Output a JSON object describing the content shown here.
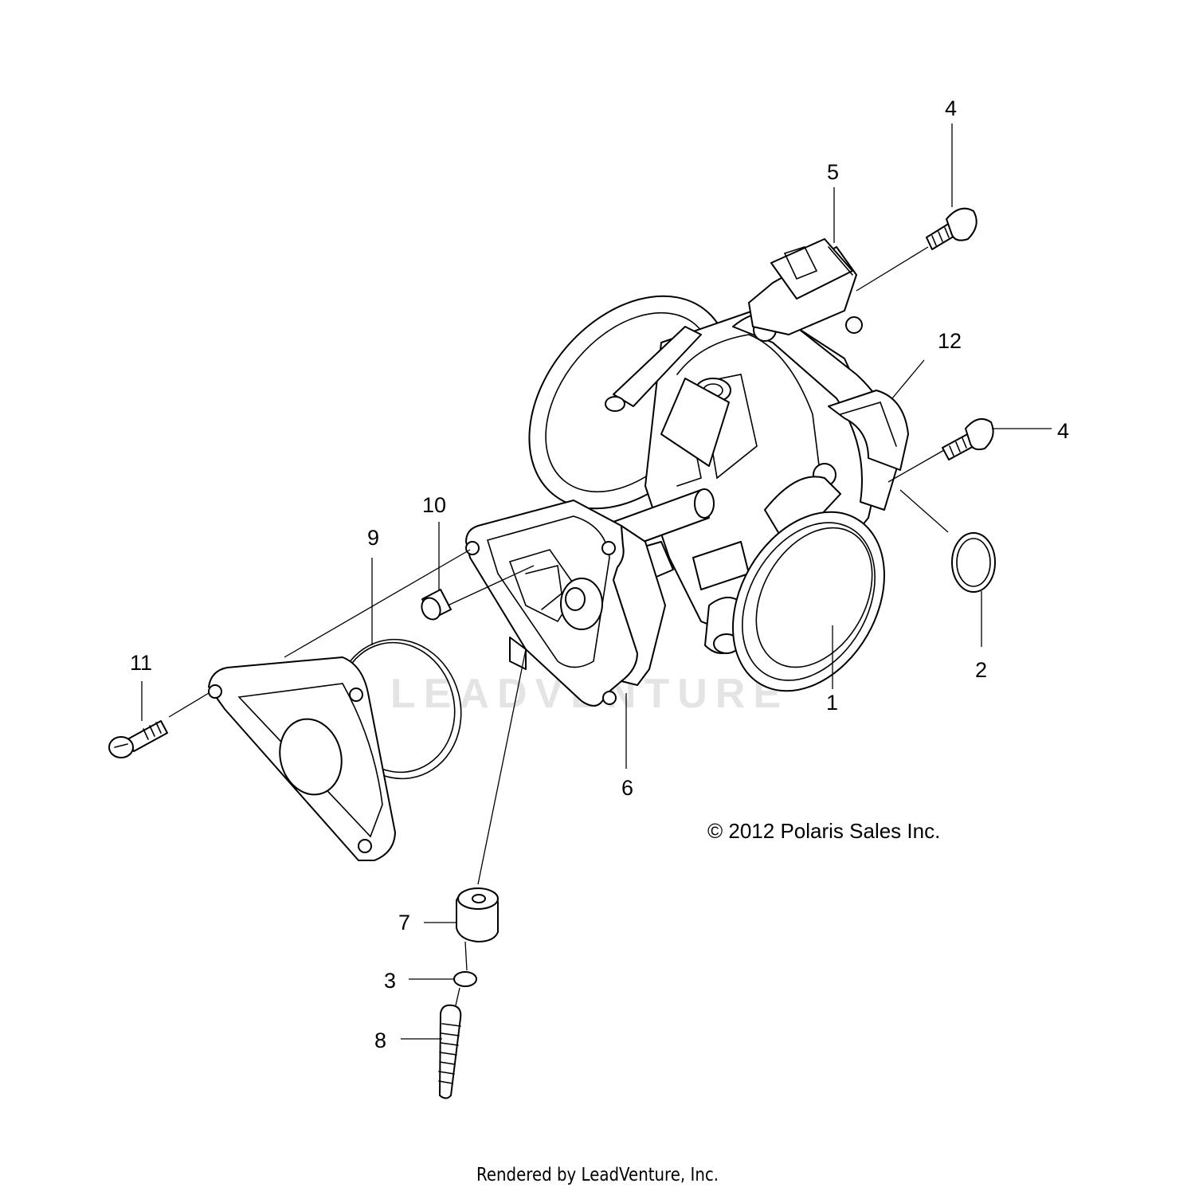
{
  "watermark": "LEADVENTURE",
  "copyright": "© 2012 Polaris Sales Inc.",
  "footer": "Rendered by LeadVenture, Inc.",
  "callouts": {
    "c1": "1",
    "c2": "2",
    "c3": "3",
    "c4a": "4",
    "c4b": "4",
    "c5": "5",
    "c6": "6",
    "c7": "7",
    "c8": "8",
    "c9": "9",
    "c10": "10",
    "c11": "11",
    "c12": "12"
  }
}
